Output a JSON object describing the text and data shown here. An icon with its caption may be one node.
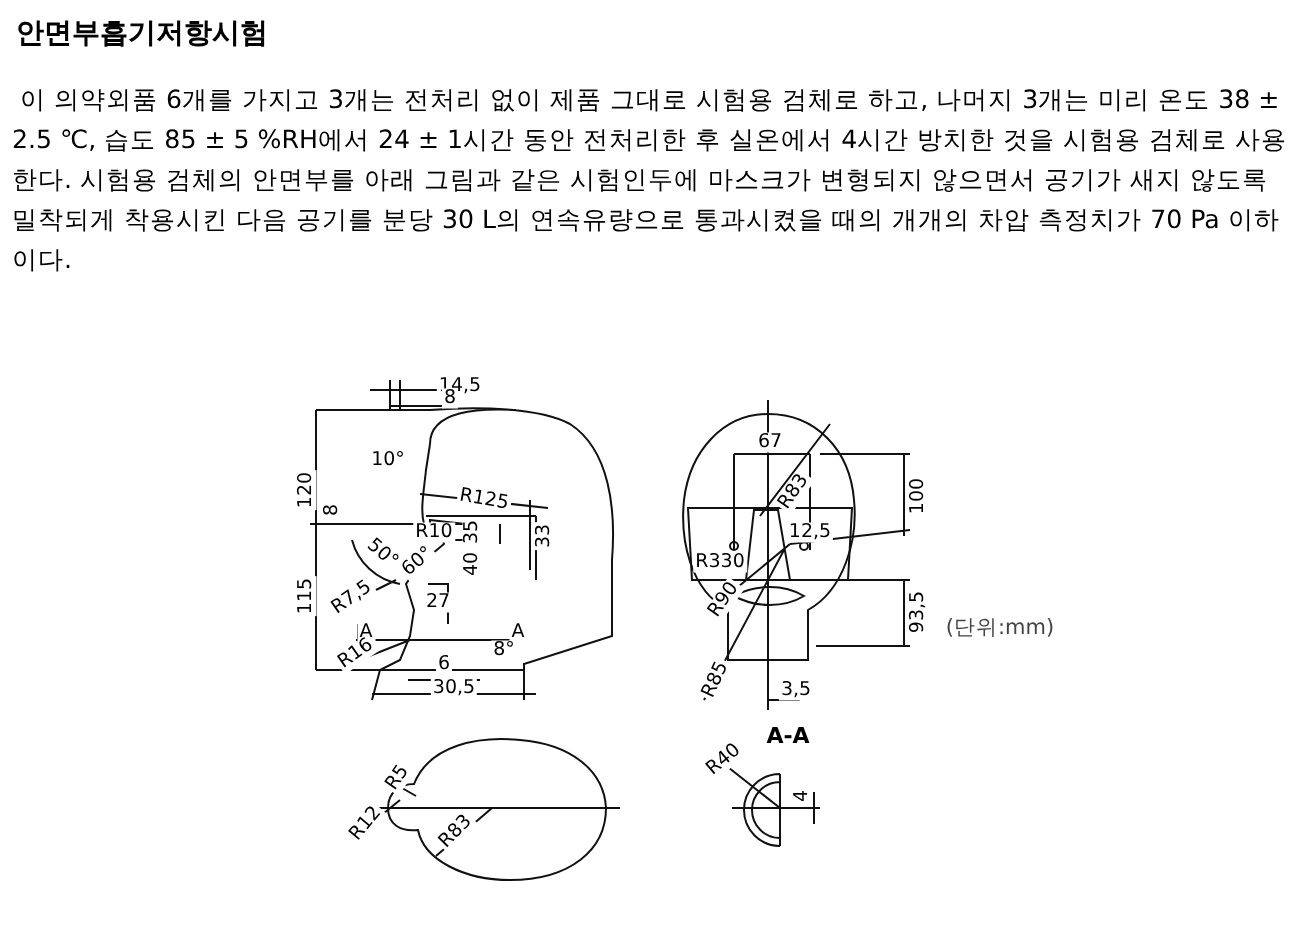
{
  "diagram": {
    "title": "안면부흡기저항시험",
    "labels": [
      " 이 의약외품 6개를 가지고 3개는 전처리 없이 제품 그대로 시험용 검체로 하고, 나머지 3개는 미리 온도 38 ± 2.5 ℃, 습도 85 ± 5 %RH에서 24 ± 1시간 동안 전처리한 후 실온에서 4시간 방치한 것을 시험용 검체로 사용한다. 시험용 검체의 안면부를 아래 그림과 같은 시험인두에 마스크가 변형되지 않으면서 공기가 새지 않도록 밀착되게 착용시킨 다음 공기를 분당 30 L의 연속유량으로 통과시켰을 때의 개개의 차압 측정치가 70 Pa 이하이다.",
      "14,5",
      "8",
      "10°",
      "120",
      "R125",
      "8",
      "R10",
      "35",
      "33",
      "50°",
      "60°",
      "40",
      "115",
      "R7,5",
      "27",
      "A",
      "A",
      "R16",
      "6",
      "8°",
      "30,5",
      "67",
      "R83",
      "100",
      "12,5",
      "R330",
      "R90",
      "93,5",
      "R85",
      "3,5",
      "(단위:mm)",
      "R5",
      "R12",
      "R83",
      "A-A",
      "R40",
      "4"
    ]
  }
}
